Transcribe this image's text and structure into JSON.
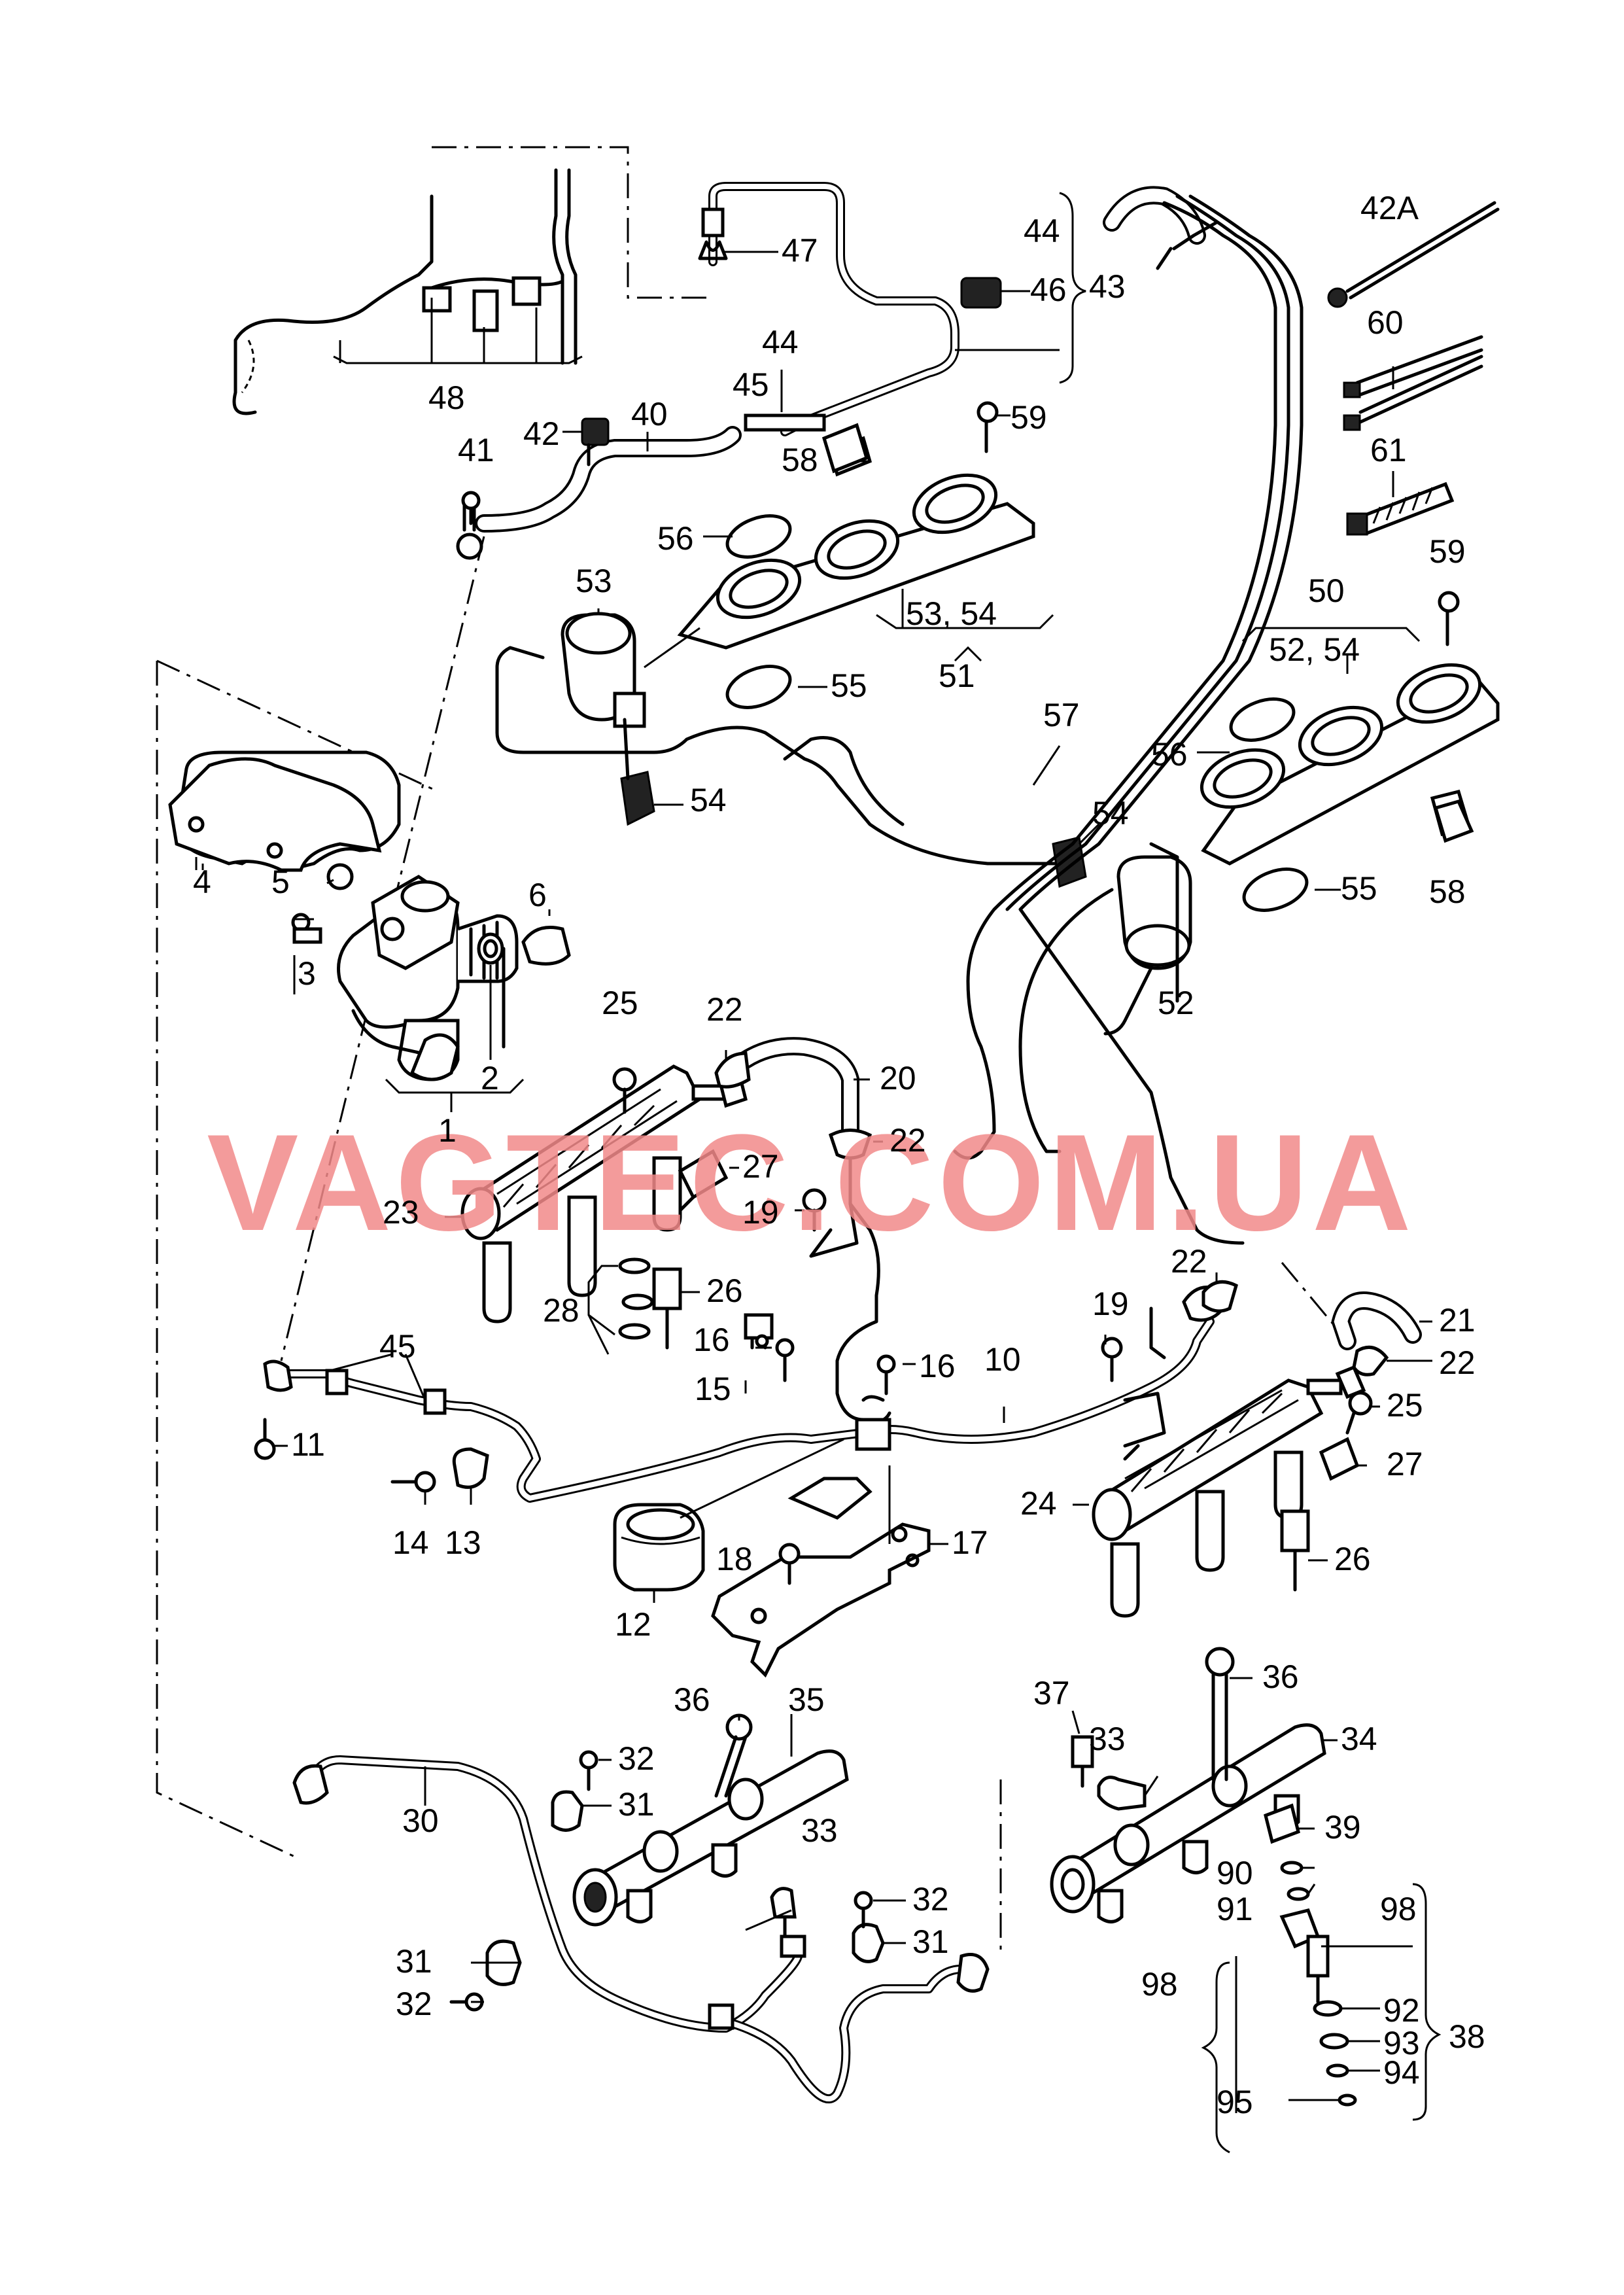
{
  "watermark": "VAGTEC.COM.UA",
  "callouts": {
    "c1": "1",
    "c2": "2",
    "c3": "3",
    "c4": "4",
    "c5": "5",
    "c6": "6",
    "c10": "10",
    "c11": "11",
    "c12": "12",
    "c13": "13",
    "c14": "14",
    "c15": "15",
    "c16a": "16",
    "c16b": "16",
    "c17": "17",
    "c18": "18",
    "c19a": "19",
    "c19b": "19",
    "c20": "20",
    "c21": "21",
    "c22a": "22",
    "c22b": "22",
    "c22c": "22",
    "c22d": "22",
    "c23": "23",
    "c24": "24",
    "c25a": "25",
    "c25b": "25",
    "c26a": "26",
    "c26b": "26",
    "c27a": "27",
    "c27b": "27",
    "c28": "28",
    "c30": "30",
    "c31a": "31",
    "c31b": "31",
    "c31c": "31",
    "c32a": "32",
    "c32b": "32",
    "c32c": "32",
    "c33a": "33",
    "c33b": "33",
    "c34": "34",
    "c35": "35",
    "c36a": "36",
    "c36b": "36",
    "c37": "37",
    "c38": "38",
    "c39": "39",
    "c40": "40",
    "c41": "41",
    "c42": "42",
    "c42a": "42A",
    "c43": "43",
    "c44a": "44",
    "c44b": "44",
    "c45a": "45",
    "c45b": "45",
    "c46": "46",
    "c47": "47",
    "c48": "48",
    "c50": "50",
    "c51": "51",
    "c52": "52",
    "c5254": "52, 54",
    "c53": "53",
    "c5354": "53, 54",
    "c54a": "54",
    "c54b": "54",
    "c55a": "55",
    "c55b": "55",
    "c56a": "56",
    "c56b": "56",
    "c57": "57",
    "c58a": "58",
    "c58b": "58",
    "c59a": "59",
    "c59b": "59",
    "c60": "60",
    "c61": "61",
    "c90": "90",
    "c91": "91",
    "c92": "92",
    "c93": "93",
    "c94": "94",
    "c95": "95",
    "c98a": "98",
    "c98b": "98"
  }
}
